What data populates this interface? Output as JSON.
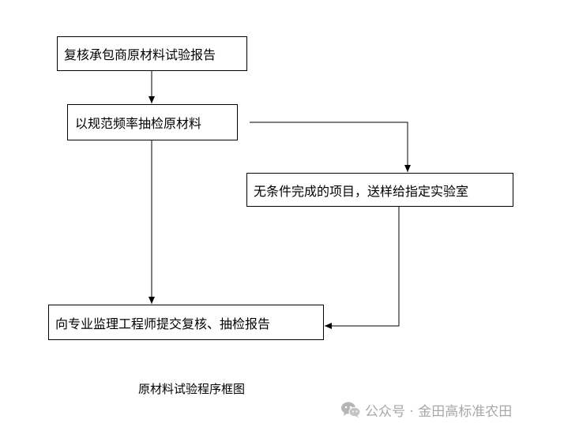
{
  "flowchart": {
    "steps": [
      "复核承包商原材料试验报告",
      "以规范频率抽检原材料",
      "无条件完成的项目，送样给指定实验室",
      "向专业监理工程师提交复核、抽检报告"
    ],
    "caption": "原材料试验程序框图"
  },
  "watermark": {
    "text": "公众号 · 金田高标准农田",
    "icon": "wechat-icon"
  },
  "colors": {
    "line": "#000000",
    "background": "#ffffff",
    "watermark": "#a8a8a8"
  }
}
